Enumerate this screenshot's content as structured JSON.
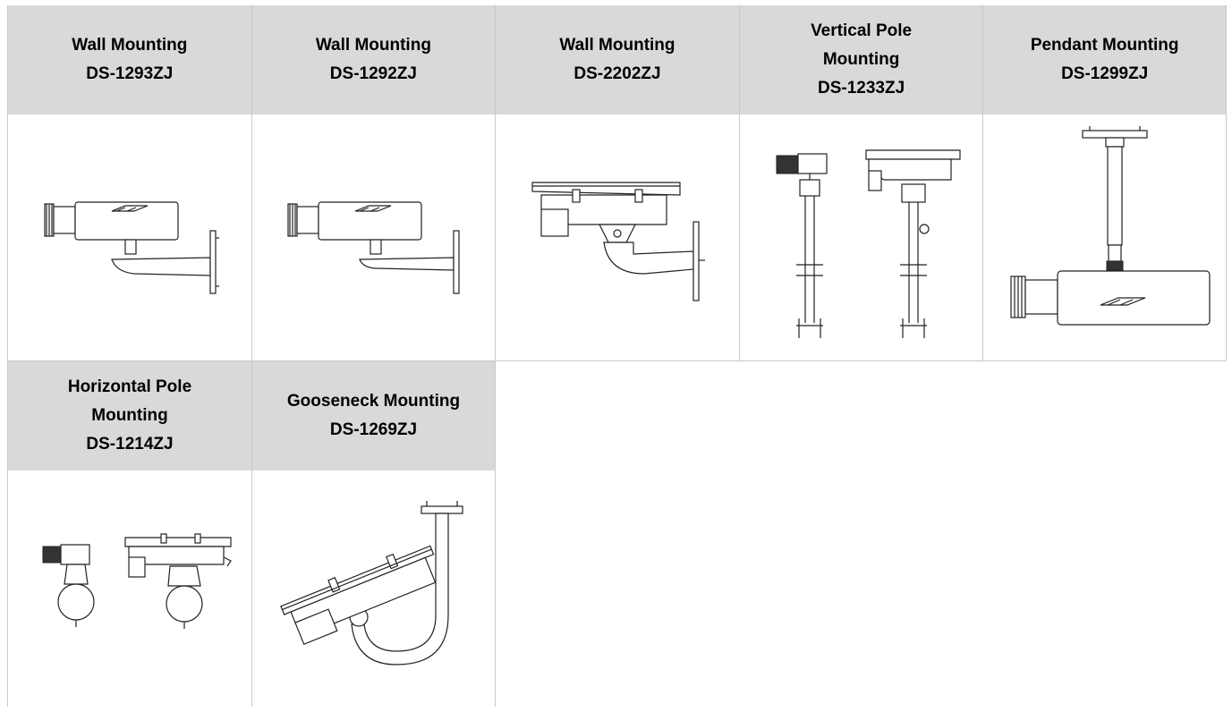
{
  "mounts": [
    {
      "type": "Wall Mounting",
      "model": "DS-1293ZJ"
    },
    {
      "type": "Wall Mounting",
      "model": "DS-1292ZJ"
    },
    {
      "type": "Wall Mounting",
      "model": "DS-2202ZJ"
    },
    {
      "type": "Vertical Pole Mounting",
      "model": "DS-1233ZJ"
    },
    {
      "type": "Pendant Mounting",
      "model": "DS-1299ZJ"
    },
    {
      "type": "Horizontal Pole Mounting",
      "model": "DS-1214ZJ"
    },
    {
      "type": "Gooseneck Mounting",
      "model": "DS-1269ZJ"
    }
  ]
}
